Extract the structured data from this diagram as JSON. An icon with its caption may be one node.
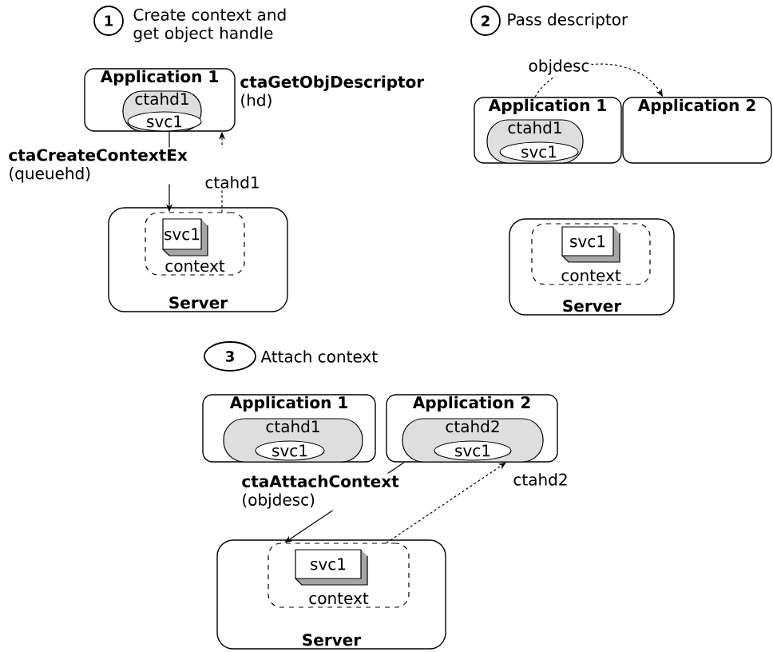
{
  "diagram": {
    "nodes": [
      {
        "text": [
          "1"
        ],
        "beside": [
          "Create context and get object handle"
        ]
      },
      {
        "text": [
          "Application 1"
        ]
      },
      {
        "text": [
          "ctahd1"
        ],
        "in": 1
      },
      {
        "text": [
          "svc1"
        ],
        "in": 2
      },
      {
        "text": [
          "Server"
        ]
      },
      {
        "text": [
          "context"
        ],
        "in": 4
      },
      {
        "text": [
          "svc1"
        ],
        "in": 5
      },
      {
        "text": [
          "2"
        ],
        "beside": [
          "Pass descriptor"
        ]
      },
      {
        "text": [
          "Application 1"
        ]
      },
      {
        "text": [
          "ctahd1"
        ],
        "in": 8
      },
      {
        "text": [
          "svc1"
        ],
        "in": 9
      },
      {
        "text": [
          "Application 2"
        ]
      },
      {
        "text": [
          "Server"
        ]
      },
      {
        "text": [
          "context"
        ],
        "in": 12
      },
      {
        "text": [
          "svc1"
        ],
        "in": 13
      },
      {
        "text": [
          "3"
        ],
        "beside": [
          "Attach context"
        ]
      },
      {
        "text": [
          "Application 1"
        ]
      },
      {
        "text": [
          "ctahd1"
        ],
        "in": 16
      },
      {
        "text": [
          "svc1"
        ],
        "in": 17
      },
      {
        "text": [
          "Application 2"
        ]
      },
      {
        "text": [
          "ctahd2"
        ],
        "in": 19
      },
      {
        "text": [
          "svc1"
        ],
        "in": 20
      },
      {
        "text": [
          "Server"
        ]
      },
      {
        "text": [
          "context"
        ],
        "in": 22
      },
      {
        "text": [
          "svc1"
        ],
        "in": 23
      }
    ],
    "edges": [
      {
        "from": 1,
        "to": 5,
        "arrow": "to",
        "label": "**ctaCreateContextEx** (queuehd)"
      },
      {
        "from": 5,
        "to": 1,
        "arrow": "to",
        "label": "ctahd1",
        "style": "dashed"
      },
      {
        "from": 8,
        "to": 11,
        "arrow": "to",
        "label": "objdesc",
        "style": "dashed"
      },
      {
        "from": 19,
        "to": 23,
        "arrow": "to",
        "label": "**ctaAttachContext** (objdesc)"
      },
      {
        "from": 23,
        "to": 20,
        "arrow": "to",
        "label": "ctahd2",
        "style": "dashed"
      }
    ],
    "labels": [
      "**ctaGetObjDescriptor** (hd)"
    ]
  }
}
